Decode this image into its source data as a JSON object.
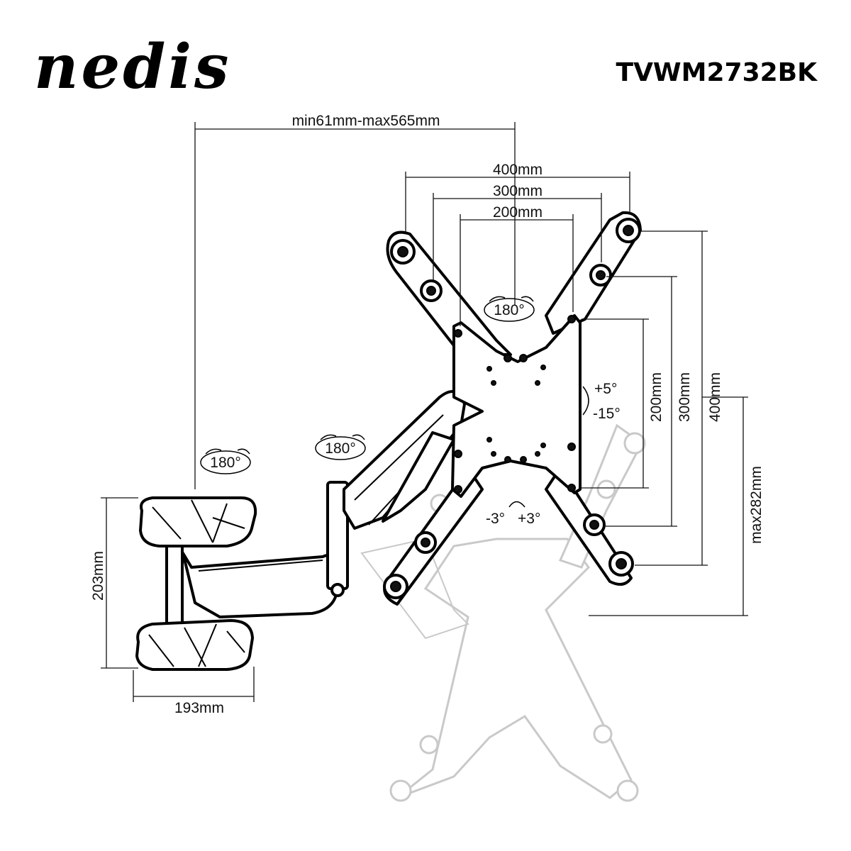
{
  "brand": {
    "logo_text": "nedis",
    "model": "TVWM2732BK"
  },
  "dimensions": {
    "reach": "min61mm-max565mm",
    "vesa_h_400": "400mm",
    "vesa_h_300": "300mm",
    "vesa_h_200": "200mm",
    "vesa_v_200": "200mm",
    "vesa_v_300": "300mm",
    "vesa_v_400": "400mm",
    "max_height_offset": "max282mm",
    "base_height": "203mm",
    "base_width": "193mm"
  },
  "annotations": {
    "rotation_top": "180°",
    "rotation_arm": "180°",
    "rotation_wall": "180°",
    "tilt_up": "+5°",
    "tilt_down": "-15°",
    "swivel_left": "-3°",
    "swivel_right": "+3°"
  },
  "colors": {
    "line": "#000000",
    "ghost": "#c9c9c9",
    "background": "#ffffff"
  }
}
